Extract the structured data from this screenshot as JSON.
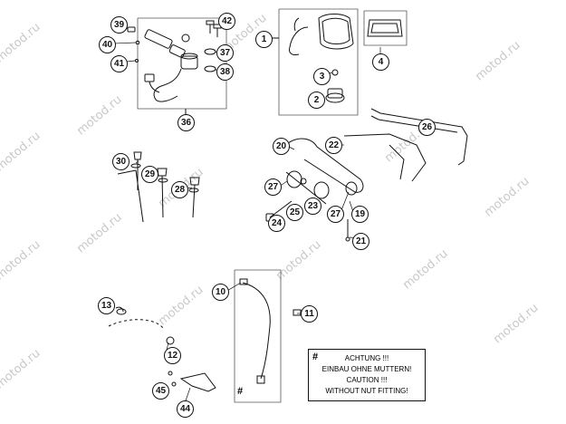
{
  "watermark": "motod.ru",
  "callouts": {
    "c1": "1",
    "c2": "2",
    "c3": "3",
    "c4": "4",
    "c10": "10",
    "c11": "11",
    "c12": "12",
    "c13": "13",
    "c19": "19",
    "c20": "20",
    "c21": "21",
    "c22": "22",
    "c23": "23",
    "c24": "24",
    "c25": "25",
    "c26": "26",
    "c27a": "27",
    "c27b": "27",
    "c28": "28",
    "c29": "29",
    "c30": "30",
    "c36": "36",
    "c37": "37",
    "c38": "38",
    "c39": "39",
    "c40": "40",
    "c41": "41",
    "c42": "42",
    "c44": "44",
    "c45": "45"
  },
  "notice": {
    "hash": "#",
    "lines": [
      "ACHTUNG !!!",
      "EINBAU OHNE MUTTERN!",
      "CAUTION !!!",
      "WITHOUT NUT FITTING!"
    ]
  },
  "hash_mark": "#"
}
